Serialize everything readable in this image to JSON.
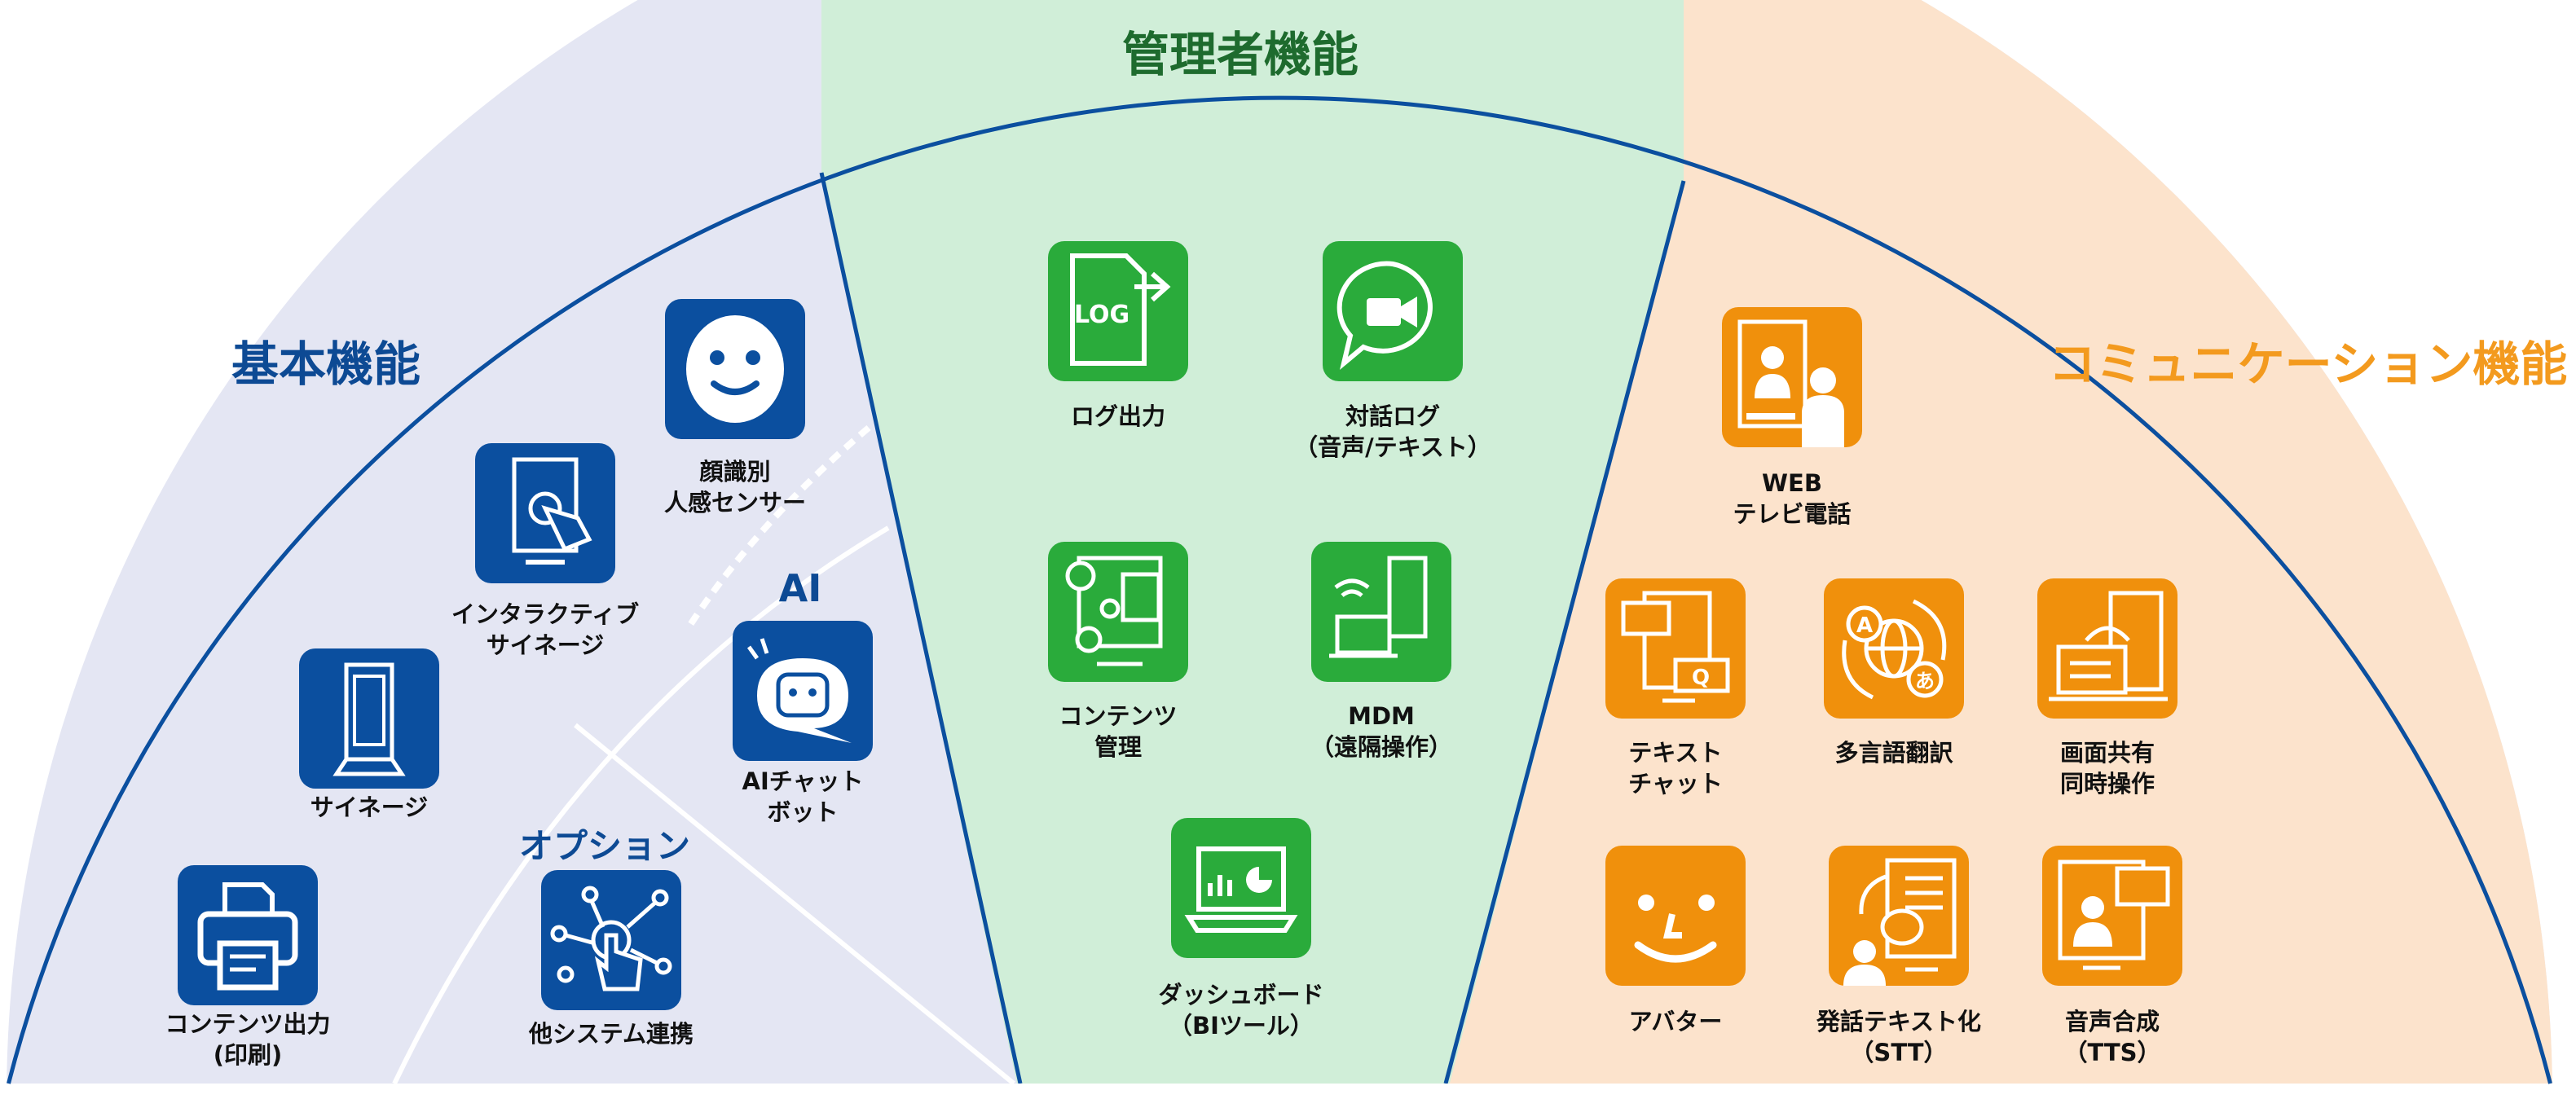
{
  "titles": {
    "basic": "基本機能",
    "admin": "管理者機能",
    "comm": "コミュニケーション機能",
    "ai": "AI",
    "option": "オプション"
  },
  "colors": {
    "blue": "#0b4f9f",
    "green": "#2aab3b",
    "orange": "#f0900c",
    "lavender": "#e4e6f3",
    "mint": "#d0eed8",
    "peach": "#fce3cc"
  },
  "basic": [
    {
      "icon": "face-icon",
      "lines": [
        "顔識別",
        "人感センサー"
      ]
    },
    {
      "icon": "touch-signage-icon",
      "lines": [
        "インタラクティブ",
        "サイネージ"
      ]
    },
    {
      "icon": "signage-icon",
      "lines": [
        "サイネージ"
      ]
    },
    {
      "icon": "printer-icon",
      "lines": [
        "コンテンツ出力",
        "(印刷)"
      ]
    }
  ],
  "ai": [
    {
      "icon": "robot-chat-icon",
      "lines": [
        "AIチャット",
        "ボット"
      ]
    }
  ],
  "option": [
    {
      "icon": "network-touch-icon",
      "lines": [
        "他システム連携"
      ]
    }
  ],
  "admin": [
    {
      "icon": "log-file-icon",
      "icon_text": "LOG",
      "lines": [
        "ログ出力"
      ]
    },
    {
      "icon": "video-chat-icon",
      "lines": [
        "対話ログ",
        "（音声/テキスト）"
      ]
    },
    {
      "icon": "content-management-icon",
      "lines": [
        "コンテンツ",
        "管理"
      ]
    },
    {
      "icon": "mdm-icon",
      "lines": [
        "MDM",
        "（遠隔操作）"
      ]
    },
    {
      "icon": "dashboard-icon",
      "lines": [
        "ダッシュボード",
        "（BIツール）"
      ]
    }
  ],
  "comm": [
    {
      "icon": "web-call-icon",
      "lines": [
        "WEB",
        "テレビ電話"
      ]
    },
    {
      "icon": "text-chat-icon",
      "icon_text": "Q",
      "lines": [
        "テキスト",
        "チャット"
      ]
    },
    {
      "icon": "translate-icon",
      "icon_text": [
        "A",
        "あ"
      ],
      "lines": [
        "多言語翻訳"
      ]
    },
    {
      "icon": "screen-share-icon",
      "lines": [
        "画面共有",
        "同時操作"
      ]
    },
    {
      "icon": "avatar-icon",
      "lines": [
        "アバター"
      ]
    },
    {
      "icon": "speech-to-text-icon",
      "lines": [
        "発話テキスト化",
        "（STT）"
      ]
    },
    {
      "icon": "text-to-speech-icon",
      "lines": [
        "音声合成",
        "（TTS）"
      ]
    }
  ]
}
